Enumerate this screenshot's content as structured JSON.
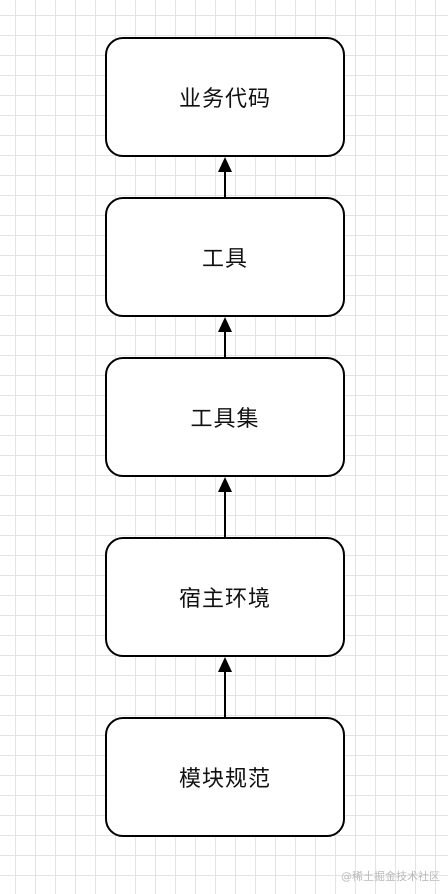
{
  "diagram": {
    "nodes": [
      {
        "id": "business-code",
        "label": "业务代码"
      },
      {
        "id": "tool",
        "label": "工具"
      },
      {
        "id": "toolset",
        "label": "工具集"
      },
      {
        "id": "host-environment",
        "label": "宿主环境"
      },
      {
        "id": "module-spec",
        "label": "模块规范"
      }
    ],
    "edges": [
      {
        "from": "tool",
        "to": "business-code"
      },
      {
        "from": "toolset",
        "to": "tool"
      },
      {
        "from": "host-environment",
        "to": "toolset"
      },
      {
        "from": "module-spec",
        "to": "host-environment"
      }
    ]
  },
  "watermark": "@稀土掘金技术社区"
}
